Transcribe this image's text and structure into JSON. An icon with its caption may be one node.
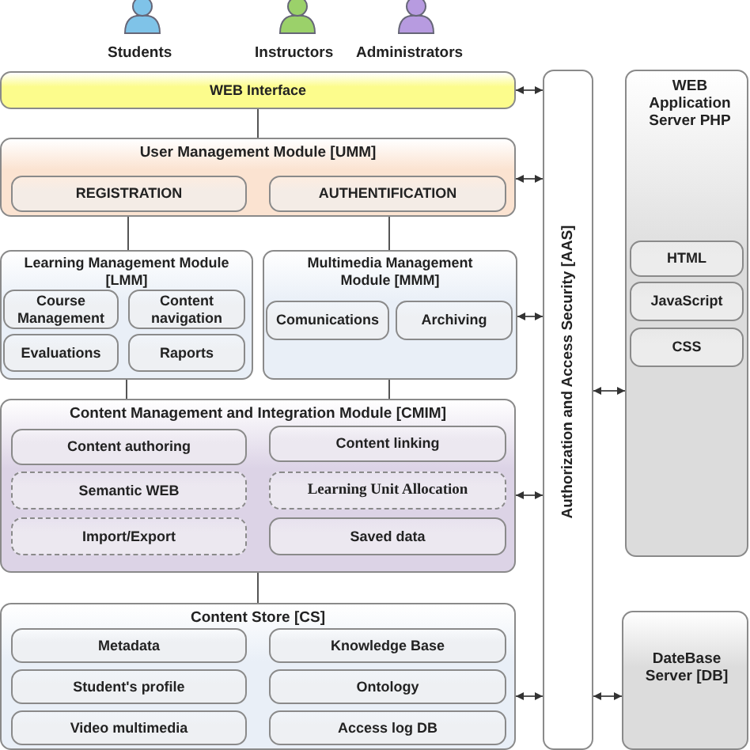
{
  "diagram": {
    "nodes": [
      {
        "text": [
          "WEB Interface"
        ]
      },
      {
        "text": [
          "User Management Module [UMM]"
        ]
      },
      {
        "text": [
          "REGISTRATION"
        ],
        "in": 1
      },
      {
        "text": [
          "AUTHENTIFICATION"
        ],
        "in": 1
      },
      {
        "text": [
          "Learning Management Module [LMM]"
        ]
      },
      {
        "text": [
          "Course Management"
        ],
        "in": 4
      },
      {
        "text": [
          "Content navigation"
        ],
        "in": 4
      },
      {
        "text": [
          "Evaluations"
        ],
        "in": 4
      },
      {
        "text": [
          "Raports"
        ],
        "in": 4
      },
      {
        "text": [
          "Multimedia Management Module [MMM]"
        ]
      },
      {
        "text": [
          "Comunications"
        ],
        "in": 9
      },
      {
        "text": [
          "Archiving"
        ],
        "in": 9
      },
      {
        "text": [
          "Content Management and Integration Module [CMIM]"
        ]
      },
      {
        "text": [
          "Content authoring"
        ],
        "in": 12
      },
      {
        "text": [
          "Content linking"
        ],
        "in": 12
      },
      {
        "text": [
          "Semantic WEB"
        ],
        "in": 12
      },
      {
        "text": [
          "Learning Unit Allocation"
        ],
        "in": 12
      },
      {
        "text": [
          "Import/Export"
        ],
        "in": 12
      },
      {
        "text": [
          "Saved data"
        ],
        "in": 12
      },
      {
        "text": [
          "Content Store [CS]"
        ]
      },
      {
        "text": [
          "Metadata"
        ],
        "in": 19
      },
      {
        "text": [
          "Knowledge Base"
        ],
        "in": 19
      },
      {
        "text": [
          "Student's profile"
        ],
        "in": 19
      },
      {
        "text": [
          "Ontology"
        ],
        "in": 19
      },
      {
        "text": [
          "Video multimedia"
        ],
        "in": 19
      },
      {
        "text": [
          "Access log DB"
        ],
        "in": 19
      },
      {
        "text": [
          "Authorization and Access Security [AAS]"
        ]
      },
      {
        "text": [
          "WEB Application Server PHP"
        ]
      },
      {
        "text": [
          "HTML"
        ],
        "in": 27
      },
      {
        "text": [
          "JavaScript"
        ],
        "in": 27
      },
      {
        "text": [
          "CSS"
        ],
        "in": 27
      },
      {
        "text": [
          "DateBase Server [DB]"
        ]
      }
    ],
    "edges": [
      {
        "from": 0,
        "to": 1,
        "arrow": "none"
      },
      {
        "from": 2,
        "to": 4,
        "arrow": "none"
      },
      {
        "from": 3,
        "to": 9,
        "arrow": "none"
      },
      {
        "from": 4,
        "to": 12,
        "arrow": "none"
      },
      {
        "from": 9,
        "to": 12,
        "arrow": "none"
      },
      {
        "from": 12,
        "to": 19,
        "arrow": "none"
      },
      {
        "from": 0,
        "to": 26,
        "arrow": "both"
      },
      {
        "from": 1,
        "to": 26,
        "arrow": "both"
      },
      {
        "from": 9,
        "to": 26,
        "arrow": "both"
      },
      {
        "from": 12,
        "to": 26,
        "arrow": "both"
      },
      {
        "from": 19,
        "to": 26,
        "arrow": "both"
      },
      {
        "from": 26,
        "to": 27,
        "arrow": "both"
      },
      {
        "from": 26,
        "to": 31,
        "arrow": "both"
      }
    ],
    "labels": [
      "Students",
      "Instructors",
      "Administrators"
    ]
  }
}
